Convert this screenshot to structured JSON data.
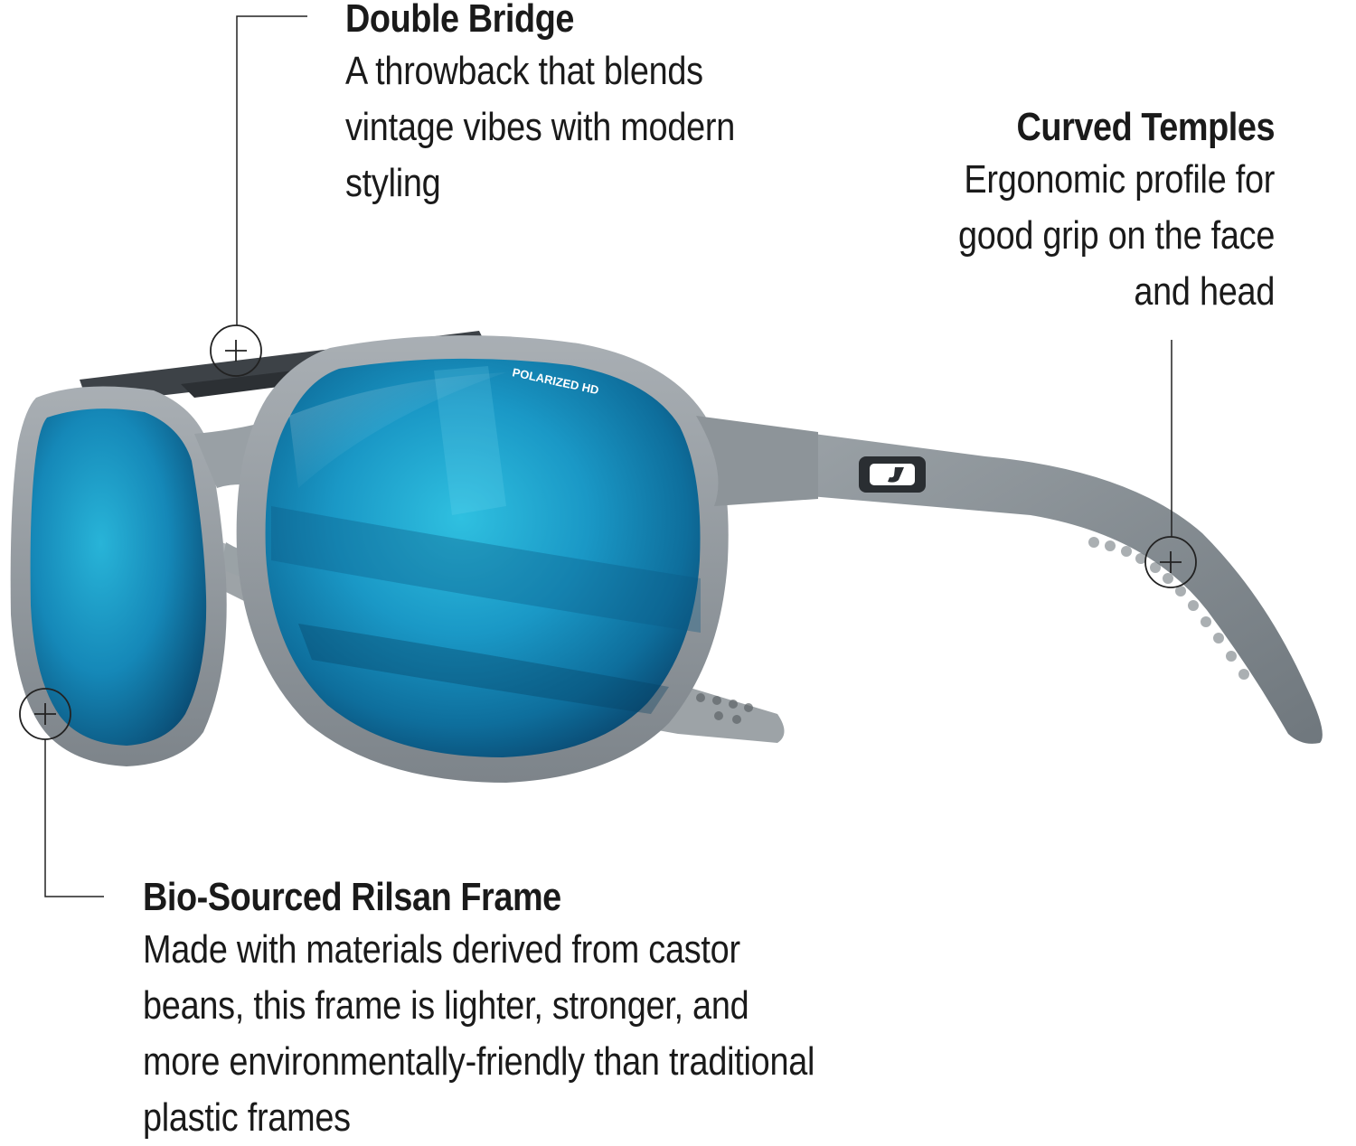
{
  "colors": {
    "background": "#ffffff",
    "text": "#1a1a1a",
    "leader_line": "#222222",
    "frame_gray": "#8f969b",
    "lens_blue": "#1aa0c8",
    "lens_dark": "#0b4f78",
    "bridge_metal": "#3a3f44"
  },
  "product_image": {
    "lens_marking": "POLARIZED HD",
    "brand_icon": "julbo-j-logo-icon"
  },
  "callouts": {
    "double_bridge": {
      "title": "Double Bridge",
      "lines": [
        "A throwback that blends",
        "vintage vibes with modern",
        "styling"
      ],
      "marker_icon": "crosshair-plus-icon"
    },
    "curved_temples": {
      "title": "Curved Temples",
      "lines": [
        "Ergonomic profile for",
        "good grip on the face",
        "and head"
      ],
      "marker_icon": "crosshair-plus-icon"
    },
    "frame": {
      "title": "Bio-Sourced Rilsan Frame",
      "lines": [
        "Made with materials derived from castor",
        "beans, this frame is lighter, stronger, and",
        "more environmentally-friendly than traditional",
        "plastic frames"
      ],
      "marker_icon": "crosshair-plus-icon"
    }
  }
}
